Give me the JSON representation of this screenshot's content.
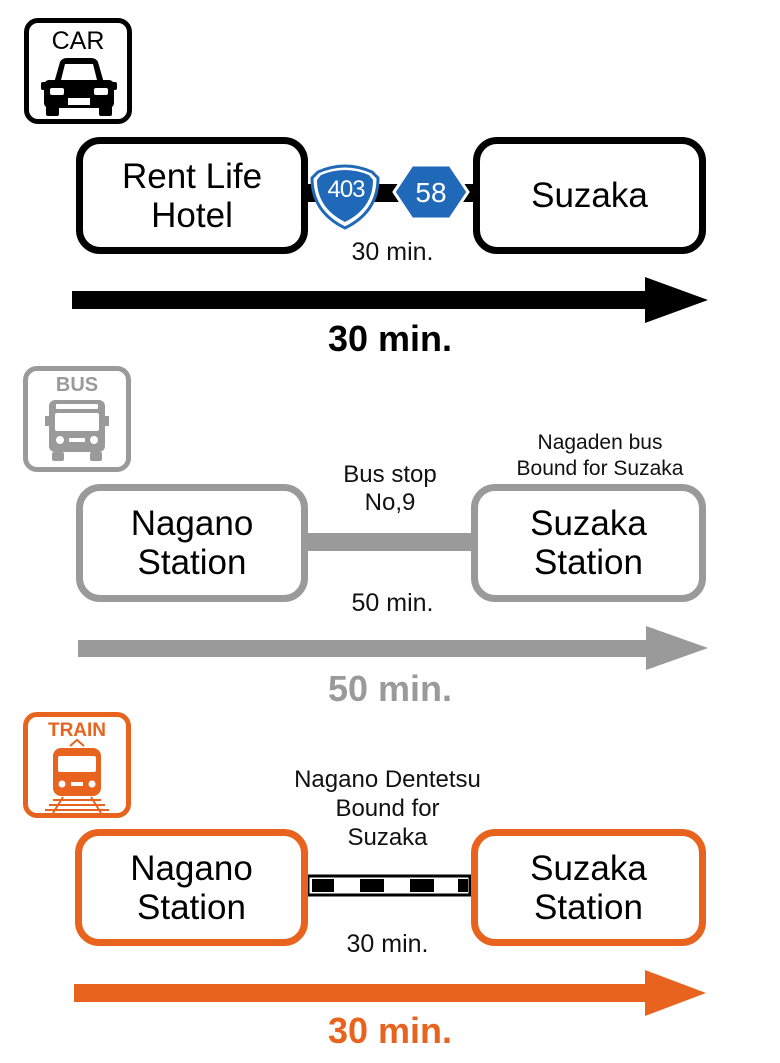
{
  "colors": {
    "car": "#000000",
    "bus": "#9a9a9a",
    "train": "#e8641e",
    "route_blue": "#1f69b8"
  },
  "car": {
    "badge_label": "CAR",
    "icon": "car-icon",
    "from": "Rent Life\nHotel",
    "to": "Suzaka",
    "route_shields": [
      "403",
      "58"
    ],
    "segment_time": "30 min.",
    "total_time": "30 min."
  },
  "bus": {
    "badge_label": "BUS",
    "icon": "bus-icon",
    "from": "Nagano\nStation",
    "to": "Suzaka\nStation",
    "stop_label": "Bus stop\nNo,9",
    "line_label": "Nagaden bus\nBound for Suzaka",
    "segment_time": "50 min.",
    "total_time": "50 min."
  },
  "train": {
    "badge_label": "TRAIN",
    "icon": "train-icon",
    "from": "Nagano\nStation",
    "to": "Suzaka\nStation",
    "line_label": "Nagano Dentetsu\nBound for\nSuzaka",
    "segment_time": "30 min.",
    "total_time": "30 min."
  }
}
